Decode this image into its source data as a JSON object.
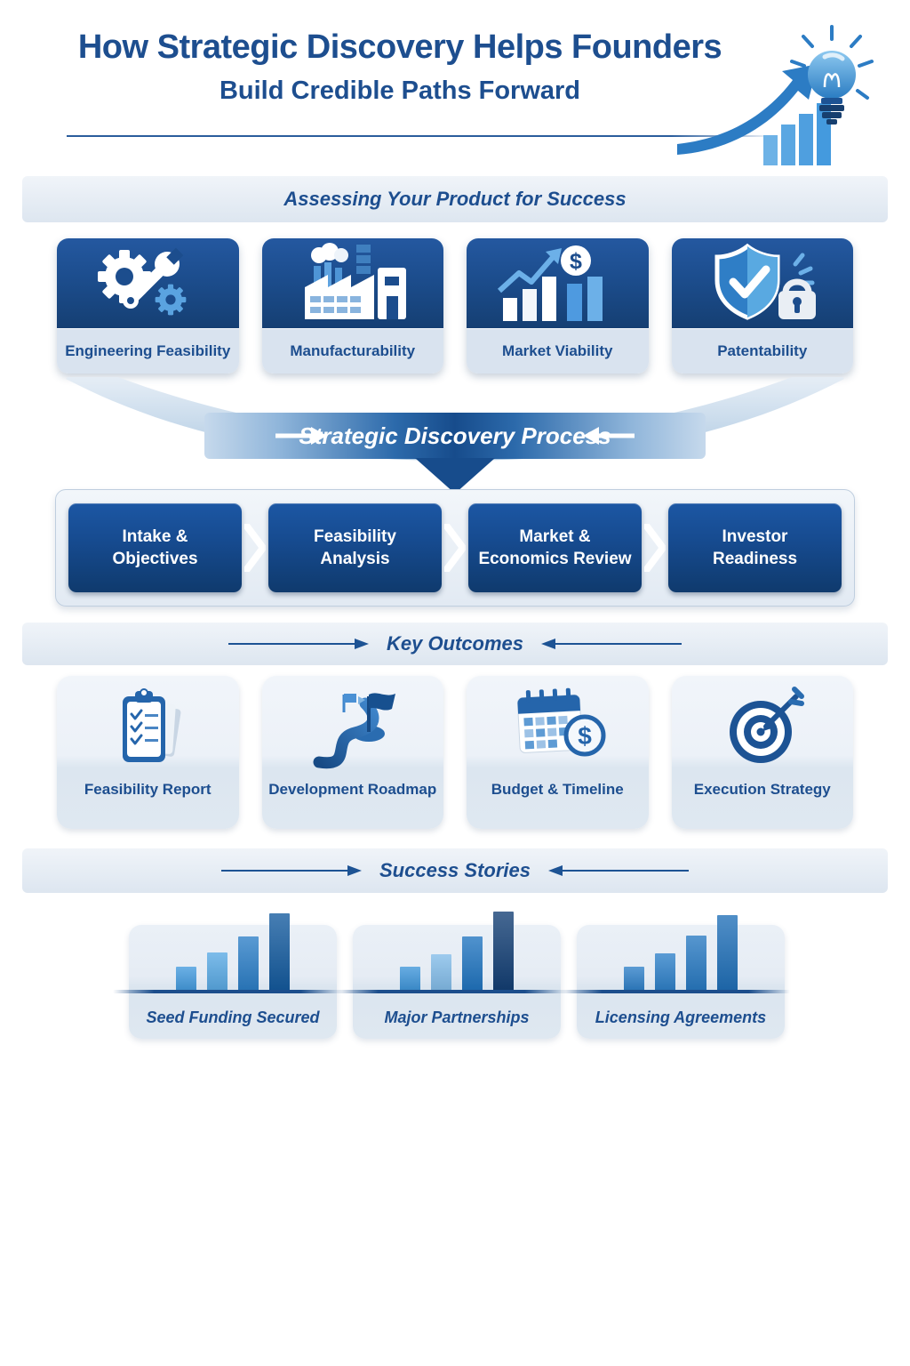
{
  "header": {
    "title": "How Strategic Discovery Helps Founders",
    "subtitle": "Build Credible Paths Forward"
  },
  "colors": {
    "primary_blue": "#1d4e8f",
    "dark_navy": "#0f3a6d",
    "mid_blue": "#2c7cc4",
    "light_blue": "#5fabe4",
    "band_bg": "#e2eaf3",
    "card_label_bg": "#d9e3ef",
    "panel_bg": "#e7eef6"
  },
  "assess": {
    "title": "Assessing Your Product for Success",
    "cards": [
      {
        "label": "Engineering Feasibility",
        "icon": "gear-wrench-icon"
      },
      {
        "label": "Manufacturability",
        "icon": "factory-icon"
      },
      {
        "label": "Market Viability",
        "icon": "market-chart-dollar-icon"
      },
      {
        "label": "Patentability",
        "icon": "shield-check-lock-icon"
      }
    ]
  },
  "process": {
    "title": "Strategic Discovery Process",
    "steps": [
      {
        "line1": "Intake &",
        "line2": "Objectives"
      },
      {
        "line1": "Feasibility",
        "line2": "Analysis"
      },
      {
        "line1": "Market &",
        "line2": "Economics Review"
      },
      {
        "line1": "Investor",
        "line2": "Readiness"
      }
    ]
  },
  "outcomes": {
    "title": "Key Outcomes",
    "cards": [
      {
        "label": "Feasibility Report",
        "icon": "clipboard-checklist-icon"
      },
      {
        "label": "Development Roadmap",
        "icon": "roadmap-flags-icon"
      },
      {
        "label": "Budget & Timeline",
        "icon": "calendar-dollar-icon"
      },
      {
        "label": "Execution Strategy",
        "icon": "target-arrow-icon"
      }
    ]
  },
  "stories": {
    "title": "Success Stories",
    "cards": [
      {
        "label": "Seed Funding Secured",
        "bars": [
          28,
          44,
          62,
          88
        ],
        "bar_colors": [
          "#429ade",
          "#58a9e4",
          "#2b7ec7",
          "#135a9e"
        ]
      },
      {
        "label": "Major Partnerships",
        "bars": [
          28,
          42,
          62,
          90
        ],
        "bar_colors": [
          "#3d95da",
          "#82bce9",
          "#1f74c0",
          "#123e74"
        ]
      },
      {
        "label": "Licensing Agreements",
        "bars": [
          28,
          43,
          63,
          86
        ],
        "bar_colors": [
          "#2d7fc8",
          "#2d80c9",
          "#2779c2",
          "#1f6fb8"
        ]
      }
    ]
  }
}
